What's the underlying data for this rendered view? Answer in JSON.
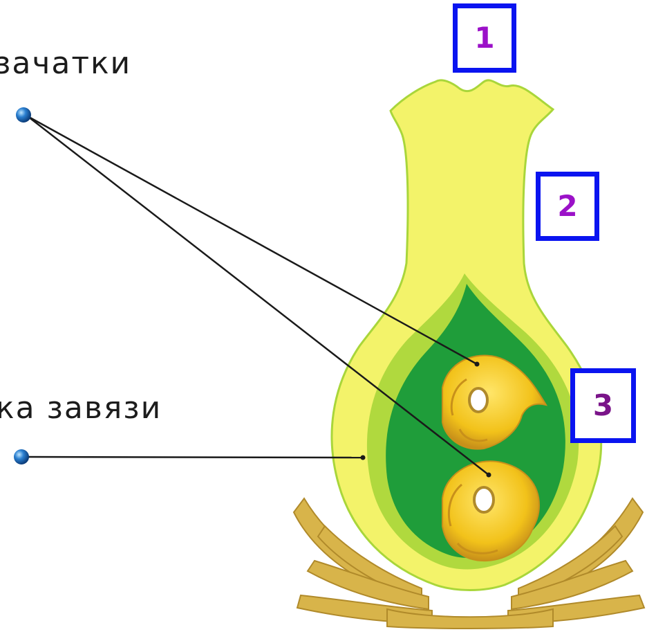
{
  "captions": {
    "ovules": "зачатки",
    "ovary_wall": "ка завязи"
  },
  "markers": [
    {
      "label": "1",
      "color": "#9b11c8"
    },
    {
      "label": "2",
      "color": "#9b11c8"
    },
    {
      "label": "3",
      "color": "#7a1489"
    }
  ],
  "colors": {
    "pistil_outer": "#f3f36a",
    "pistil_inner_wall": "#a9d63a",
    "ovary_cavity": "#1f9d3a",
    "ovule": "#f2c21a",
    "ovule_edge": "#c8901a",
    "sepals": "#d8b44a",
    "marker_border": "#0a14f0",
    "pointer_dot": "#2a7fd0"
  }
}
